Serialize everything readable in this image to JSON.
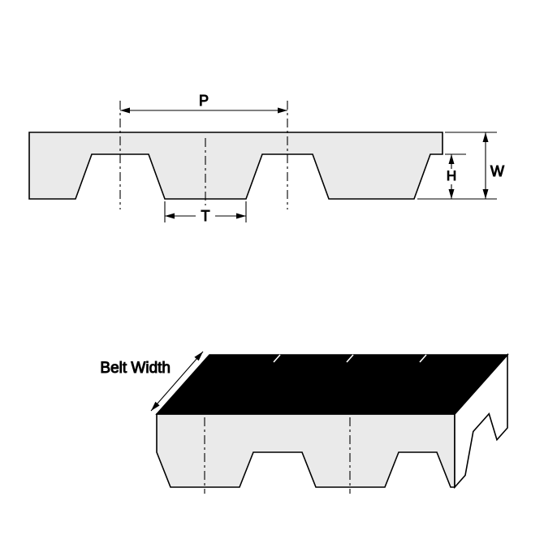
{
  "diagram": {
    "profile_view": {
      "pitch_label": "P",
      "tooth_width_label": "T",
      "tooth_height_label": "H",
      "belt_thickness_label": "W"
    },
    "iso_view": {
      "belt_width_label": "Belt Width"
    },
    "colors": {
      "belt_fill": "#EAEAEA",
      "outline": "#000000",
      "top_surface_fill": "#000000",
      "end_face_fill": "#FFFFFF",
      "background": "#FFFFFF"
    }
  }
}
